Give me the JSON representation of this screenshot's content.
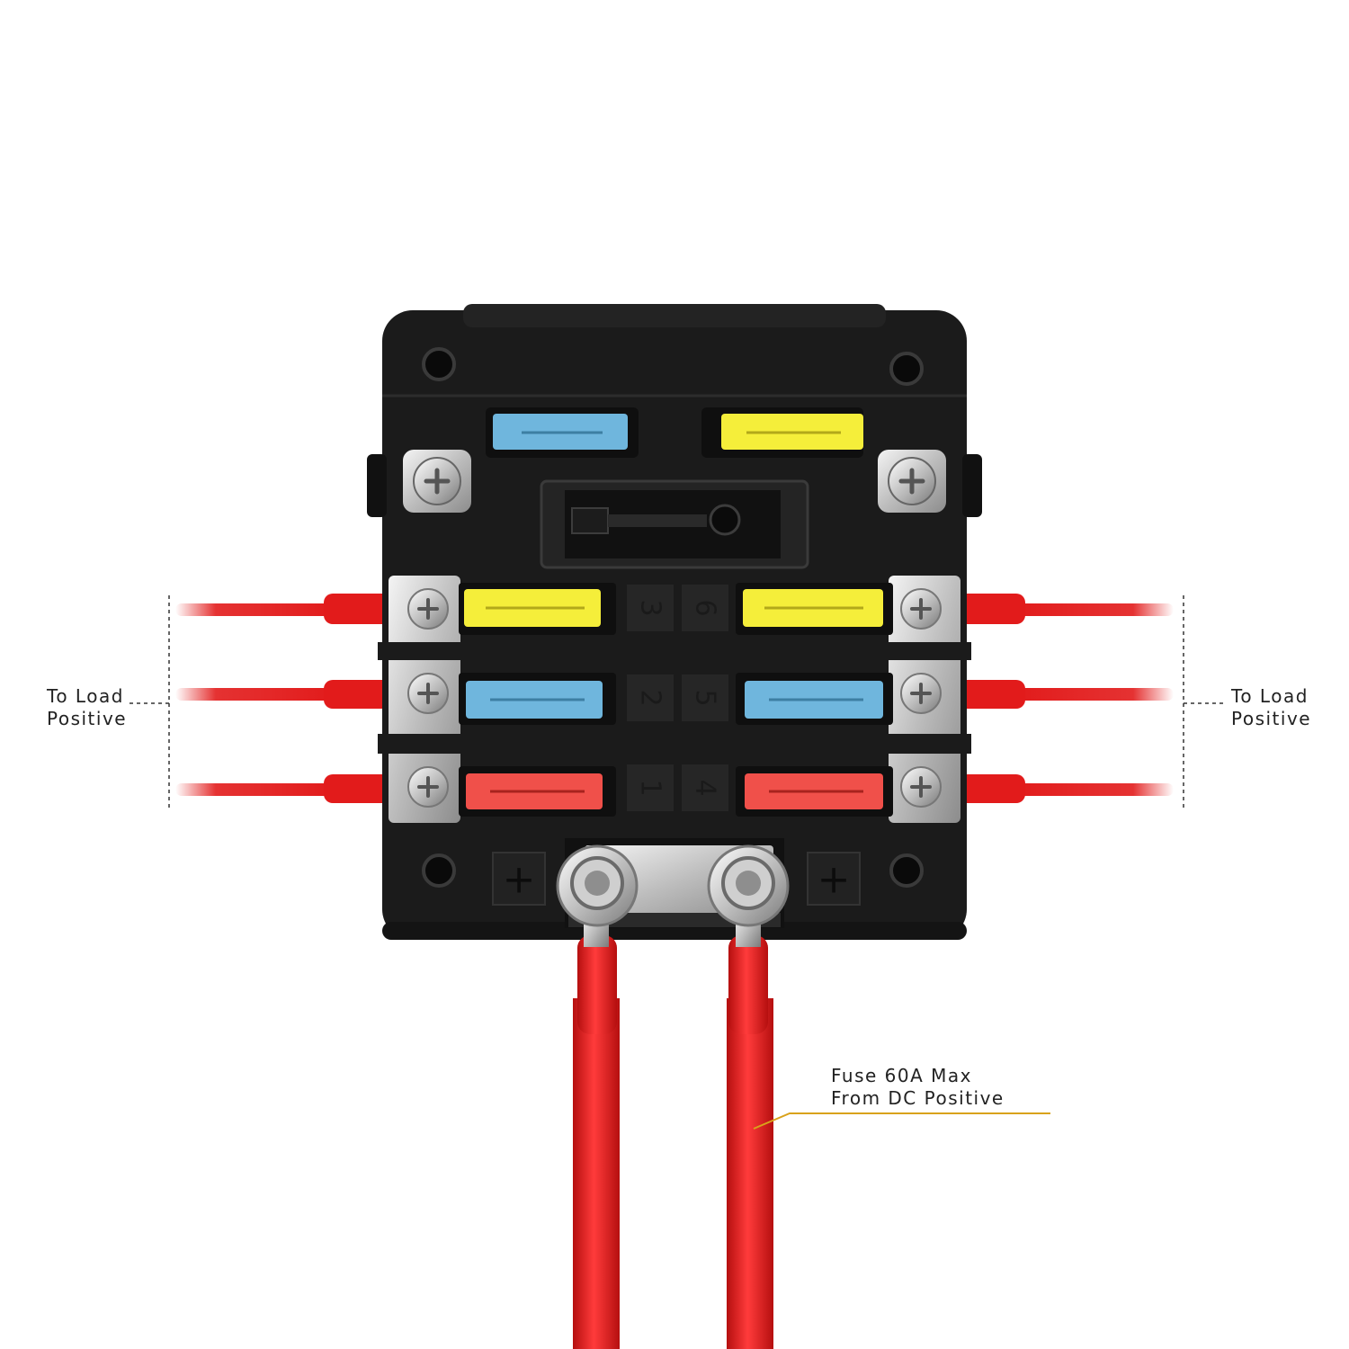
{
  "callouts": {
    "left": {
      "line1": "To Load",
      "line2": "Positive"
    },
    "right": {
      "line1": "To Load",
      "line2": "Positive"
    },
    "bottom": {
      "line1": "Fuse 60A Max",
      "line2": "From DC Positive"
    }
  },
  "fuse_slots": {
    "left_column": [
      "3",
      "2",
      "1"
    ],
    "right_column": [
      "6",
      "5",
      "4"
    ]
  },
  "terminal_symbols": {
    "left": "+",
    "right": "+"
  },
  "colors": {
    "wire_red": "#e21b1b",
    "housing_black": "#1b1b1b",
    "fuse_yellow": "#f5ee3a",
    "fuse_blue": "#6fb6dd",
    "fuse_red": "#f0504a",
    "leader_accent": "#d9a21b",
    "text": "#222222"
  }
}
